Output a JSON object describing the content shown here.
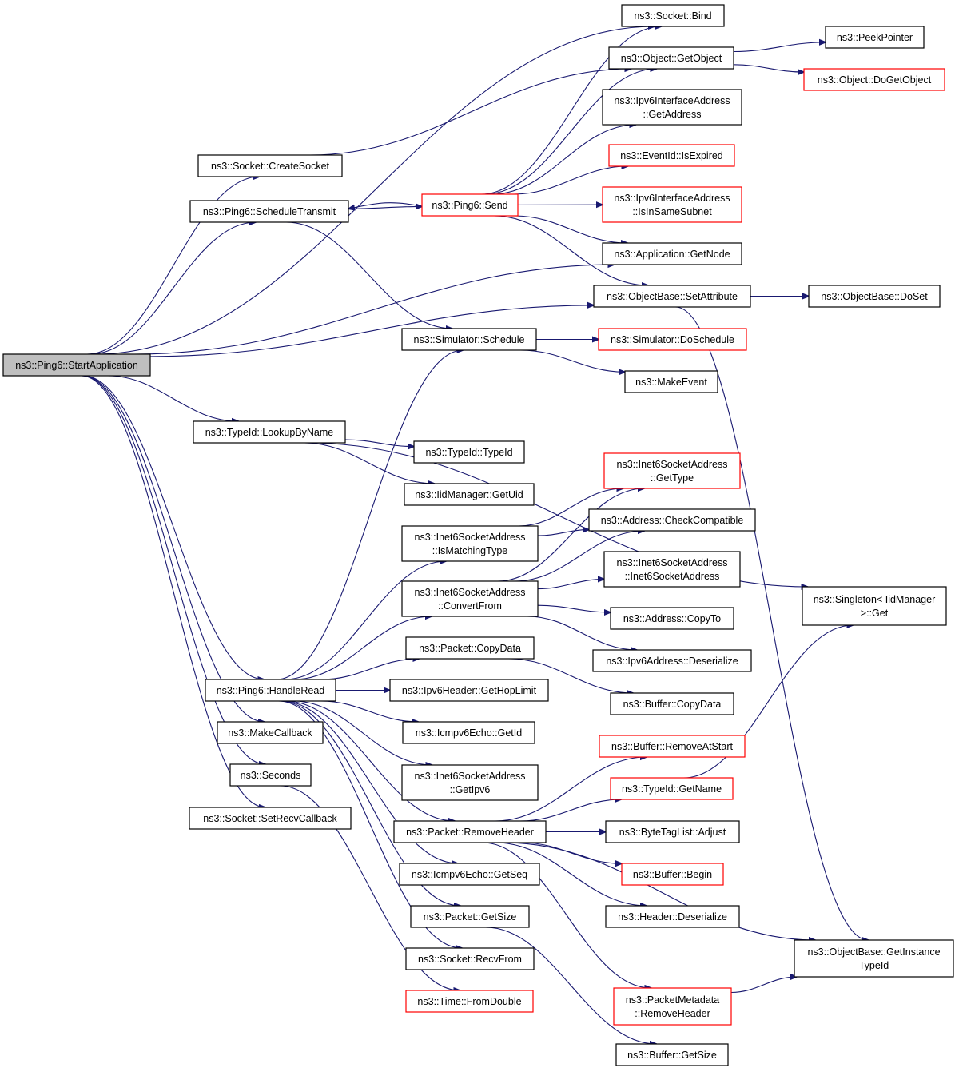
{
  "colors": {
    "edge": "#191970",
    "root_fill": "#bfbfbf",
    "black_border": "#000000",
    "red_border": "#ff0000"
  },
  "nodes": [
    {
      "id": "start_app",
      "label": [
        "ns3::Ping6::StartApplication"
      ],
      "border": "black",
      "root": true
    },
    {
      "id": "socket_bind",
      "label": [
        "ns3::Socket::Bind"
      ],
      "border": "black"
    },
    {
      "id": "obj_getobject",
      "label": [
        "ns3::Object::GetObject"
      ],
      "border": "black"
    },
    {
      "id": "peekpointer",
      "label": [
        "ns3::PeekPointer"
      ],
      "border": "black"
    },
    {
      "id": "obj_dogetobject",
      "label": [
        "ns3::Object::DoGetObject"
      ],
      "border": "red"
    },
    {
      "id": "ipv6ia_getaddress",
      "label": [
        "ns3::Ipv6InterfaceAddress",
        "::GetAddress"
      ],
      "border": "black"
    },
    {
      "id": "socket_create",
      "label": [
        "ns3::Socket::CreateSocket"
      ],
      "border": "black"
    },
    {
      "id": "eventid_isexpired",
      "label": [
        "ns3::EventId::IsExpired"
      ],
      "border": "red"
    },
    {
      "id": "ping6_schedtx",
      "label": [
        "ns3::Ping6::ScheduleTransmit"
      ],
      "border": "black"
    },
    {
      "id": "ping6_send",
      "label": [
        "ns3::Ping6::Send"
      ],
      "border": "red"
    },
    {
      "id": "ipv6ia_issamesubnet",
      "label": [
        "ns3::Ipv6InterfaceAddress",
        "::IsInSameSubnet"
      ],
      "border": "red"
    },
    {
      "id": "app_getnode",
      "label": [
        "ns3::Application::GetNode"
      ],
      "border": "black"
    },
    {
      "id": "objbase_setattr",
      "label": [
        "ns3::ObjectBase::SetAttribute"
      ],
      "border": "black"
    },
    {
      "id": "objbase_doset",
      "label": [
        "ns3::ObjectBase::DoSet"
      ],
      "border": "black"
    },
    {
      "id": "sim_schedule",
      "label": [
        "ns3::Simulator::Schedule"
      ],
      "border": "black"
    },
    {
      "id": "sim_doschedule",
      "label": [
        "ns3::Simulator::DoSchedule"
      ],
      "border": "red"
    },
    {
      "id": "makeevent",
      "label": [
        "ns3::MakeEvent"
      ],
      "border": "black"
    },
    {
      "id": "typeid_lookup",
      "label": [
        "ns3::TypeId::LookupByName"
      ],
      "border": "black"
    },
    {
      "id": "typeid_typeid",
      "label": [
        "ns3::TypeId::TypeId"
      ],
      "border": "black"
    },
    {
      "id": "iidmgr_getuid",
      "label": [
        "ns3::IidManager::GetUid"
      ],
      "border": "black"
    },
    {
      "id": "inet6sa_gettype",
      "label": [
        "ns3::Inet6SocketAddress",
        "::GetType"
      ],
      "border": "red"
    },
    {
      "id": "inet6sa_ismatching",
      "label": [
        "ns3::Inet6SocketAddress",
        "::IsMatchingType"
      ],
      "border": "black"
    },
    {
      "id": "addr_checkcompat",
      "label": [
        "ns3::Address::CheckCompatible"
      ],
      "border": "black"
    },
    {
      "id": "inet6sa_ctor",
      "label": [
        "ns3::Inet6SocketAddress",
        "::Inet6SocketAddress"
      ],
      "border": "black"
    },
    {
      "id": "singleton_get",
      "label": [
        "ns3::Singleton< IidManager",
        ">::Get"
      ],
      "border": "black"
    },
    {
      "id": "inet6sa_convertfrom",
      "label": [
        "ns3::Inet6SocketAddress",
        "::ConvertFrom"
      ],
      "border": "black"
    },
    {
      "id": "addr_copyto",
      "label": [
        "ns3::Address::CopyTo"
      ],
      "border": "black"
    },
    {
      "id": "packet_copydata",
      "label": [
        "ns3::Packet::CopyData"
      ],
      "border": "black"
    },
    {
      "id": "ipv6addr_deser",
      "label": [
        "ns3::Ipv6Address::Deserialize"
      ],
      "border": "black"
    },
    {
      "id": "ping6_handleread",
      "label": [
        "ns3::Ping6::HandleRead"
      ],
      "border": "black"
    },
    {
      "id": "ipv6hdr_gethoplimit",
      "label": [
        "ns3::Ipv6Header::GetHopLimit"
      ],
      "border": "black"
    },
    {
      "id": "buffer_copydata",
      "label": [
        "ns3::Buffer::CopyData"
      ],
      "border": "black"
    },
    {
      "id": "makecallback",
      "label": [
        "ns3::MakeCallback"
      ],
      "border": "black"
    },
    {
      "id": "icmpv6echo_getid",
      "label": [
        "ns3::Icmpv6Echo::GetId"
      ],
      "border": "black"
    },
    {
      "id": "buffer_removeatstart",
      "label": [
        "ns3::Buffer::RemoveAtStart"
      ],
      "border": "red"
    },
    {
      "id": "seconds",
      "label": [
        "ns3::Seconds"
      ],
      "border": "black"
    },
    {
      "id": "inet6sa_getipv6",
      "label": [
        "ns3::Inet6SocketAddress",
        "::GetIpv6"
      ],
      "border": "black"
    },
    {
      "id": "typeid_getname",
      "label": [
        "ns3::TypeId::GetName"
      ],
      "border": "red"
    },
    {
      "id": "socket_setrecvcb",
      "label": [
        "ns3::Socket::SetRecvCallback"
      ],
      "border": "black"
    },
    {
      "id": "packet_removeheader",
      "label": [
        "ns3::Packet::RemoveHeader"
      ],
      "border": "black"
    },
    {
      "id": "bytetaglist_adjust",
      "label": [
        "ns3::ByteTagList::Adjust"
      ],
      "border": "black"
    },
    {
      "id": "icmpv6echo_getseq",
      "label": [
        "ns3::Icmpv6Echo::GetSeq"
      ],
      "border": "black"
    },
    {
      "id": "buffer_begin",
      "label": [
        "ns3::Buffer::Begin"
      ],
      "border": "red"
    },
    {
      "id": "packet_getsize",
      "label": [
        "ns3::Packet::GetSize"
      ],
      "border": "black"
    },
    {
      "id": "header_deser",
      "label": [
        "ns3::Header::Deserialize"
      ],
      "border": "black"
    },
    {
      "id": "objbase_getinsttypeid",
      "label": [
        "ns3::ObjectBase::GetInstance",
        "TypeId"
      ],
      "border": "black"
    },
    {
      "id": "socket_recvfrom",
      "label": [
        "ns3::Socket::RecvFrom"
      ],
      "border": "black"
    },
    {
      "id": "time_fromdouble",
      "label": [
        "ns3::Time::FromDouble"
      ],
      "border": "red"
    },
    {
      "id": "pktmeta_removeheader",
      "label": [
        "ns3::PacketMetadata",
        "::RemoveHeader"
      ],
      "border": "red"
    },
    {
      "id": "buffer_getsize",
      "label": [
        "ns3::Buffer::GetSize"
      ],
      "border": "black"
    }
  ],
  "edges": [
    [
      "start_app",
      "socket_bind"
    ],
    [
      "start_app",
      "socket_create"
    ],
    [
      "start_app",
      "ping6_schedtx"
    ],
    [
      "start_app",
      "app_getnode"
    ],
    [
      "start_app",
      "objbase_setattr"
    ],
    [
      "start_app",
      "typeid_lookup"
    ],
    [
      "start_app",
      "ping6_handleread"
    ],
    [
      "start_app",
      "makecallback"
    ],
    [
      "start_app",
      "seconds"
    ],
    [
      "start_app",
      "socket_setrecvcb"
    ],
    [
      "socket_create",
      "obj_getobject"
    ],
    [
      "ping6_schedtx",
      "ping6_send"
    ],
    [
      "ping6_schedtx",
      "sim_schedule"
    ],
    [
      "ping6_send",
      "ping6_schedtx"
    ],
    [
      "ping6_send",
      "socket_bind"
    ],
    [
      "ping6_send",
      "obj_getobject"
    ],
    [
      "ping6_send",
      "ipv6ia_getaddress"
    ],
    [
      "ping6_send",
      "eventid_isexpired"
    ],
    [
      "ping6_send",
      "ipv6ia_issamesubnet"
    ],
    [
      "ping6_send",
      "app_getnode"
    ],
    [
      "ping6_send",
      "objbase_setattr"
    ],
    [
      "obj_getobject",
      "peekpointer"
    ],
    [
      "obj_getobject",
      "obj_dogetobject"
    ],
    [
      "objbase_setattr",
      "objbase_doset"
    ],
    [
      "objbase_setattr",
      "objbase_getinsttypeid"
    ],
    [
      "sim_schedule",
      "sim_doschedule"
    ],
    [
      "sim_schedule",
      "makeevent"
    ],
    [
      "typeid_lookup",
      "typeid_typeid"
    ],
    [
      "typeid_lookup",
      "iidmgr_getuid"
    ],
    [
      "typeid_lookup",
      "singleton_get"
    ],
    [
      "inet6sa_ismatching",
      "inet6sa_gettype"
    ],
    [
      "inet6sa_ismatching",
      "addr_checkcompat"
    ],
    [
      "inet6sa_convertfrom",
      "inet6sa_gettype"
    ],
    [
      "inet6sa_convertfrom",
      "addr_checkcompat"
    ],
    [
      "inet6sa_convertfrom",
      "inet6sa_ctor"
    ],
    [
      "inet6sa_convertfrom",
      "addr_copyto"
    ],
    [
      "inet6sa_convertfrom",
      "ipv6addr_deser"
    ],
    [
      "ping6_handleread",
      "sim_schedule"
    ],
    [
      "ping6_handleread",
      "inet6sa_ismatching"
    ],
    [
      "ping6_handleread",
      "inet6sa_convertfrom"
    ],
    [
      "ping6_handleread",
      "packet_copydata"
    ],
    [
      "ping6_handleread",
      "ipv6hdr_gethoplimit"
    ],
    [
      "ping6_handleread",
      "icmpv6echo_getid"
    ],
    [
      "ping6_handleread",
      "inet6sa_getipv6"
    ],
    [
      "ping6_handleread",
      "packet_removeheader"
    ],
    [
      "ping6_handleread",
      "icmpv6echo_getseq"
    ],
    [
      "ping6_handleread",
      "packet_getsize"
    ],
    [
      "ping6_handleread",
      "socket_recvfrom"
    ],
    [
      "packet_copydata",
      "buffer_copydata"
    ],
    [
      "seconds",
      "time_fromdouble"
    ],
    [
      "packet_removeheader",
      "buffer_removeatstart"
    ],
    [
      "packet_removeheader",
      "typeid_getname"
    ],
    [
      "packet_removeheader",
      "bytetaglist_adjust"
    ],
    [
      "packet_removeheader",
      "buffer_begin"
    ],
    [
      "packet_removeheader",
      "header_deser"
    ],
    [
      "packet_removeheader",
      "objbase_getinsttypeid"
    ],
    [
      "packet_removeheader",
      "pktmeta_removeheader"
    ],
    [
      "typeid_getname",
      "singleton_get"
    ],
    [
      "pktmeta_removeheader",
      "objbase_getinsttypeid"
    ],
    [
      "packet_getsize",
      "buffer_getsize"
    ]
  ]
}
